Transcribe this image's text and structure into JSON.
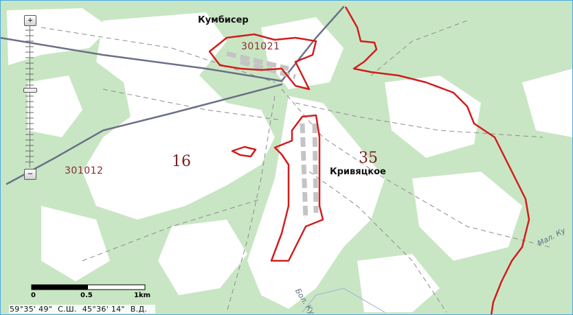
{
  "map": {
    "places": {
      "north_village": "Кумбисер",
      "main_village": "Кривяцкое"
    },
    "codes": {
      "north_block": "301021",
      "west_block": "301012",
      "center_left": "16",
      "center_right": "35"
    },
    "rivers": {
      "south": "Бол. Ку",
      "east": "Мал. Ку"
    },
    "colors": {
      "forest": "#c9e6c4",
      "open_land": "#ffffff",
      "boundary": "#d21c1c",
      "frame": "#4aa8e0"
    }
  },
  "zoom": {
    "in_label": "+",
    "out_label": "−"
  },
  "scalebar": {
    "labels": [
      "0",
      "0.5",
      "1km"
    ]
  },
  "coordinates": {
    "latitude": "59°35' 49\"",
    "lat_hemisphere": "С.Ш.",
    "longitude": "45°36' 14\"",
    "lon_hemisphere": "В.Д."
  }
}
